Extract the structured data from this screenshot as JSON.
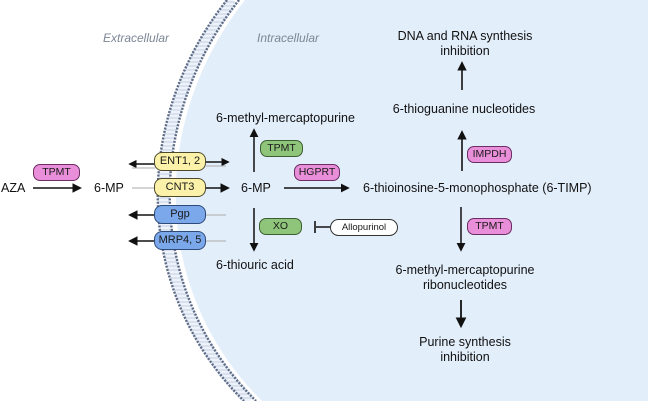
{
  "regions": {
    "extracellular": "Extracellular",
    "intracellular": "Intracellular"
  },
  "colors": {
    "cell_fill": "#e3eefb",
    "membrane_head": "#5d6b85",
    "enzyme_pink": "#e98ed8",
    "enzyme_green": "#8fc57a",
    "transporter_influx": "#fbf1a8",
    "transporter_efflux": "#7aa8ea"
  },
  "metabolites": {
    "aza": "AZA",
    "mp_extracellular": "6-MP",
    "mp_intracellular": "6-MP",
    "methyl_mercaptopurine": "6-methyl-mercaptopurine",
    "thiouric_acid": "6-thiouric acid",
    "timp": "6-thioinosine-5-monophosphate (6-TIMP)",
    "thioguanine_nucleotides": "6-thioguanine nucleotides",
    "dna_rna_inhibition_line1": "DNA and RNA synthesis",
    "dna_rna_inhibition_line2": "inhibition",
    "mmp_ribonucleotides_line1": "6-methyl-mercaptopurine",
    "mmp_ribonucleotides_line2": "ribonucleotides",
    "purine_inhibition_line1": "Purine synthesis",
    "purine_inhibition_line2": "inhibition"
  },
  "enzymes": {
    "tpmt_aza": "TPMT",
    "tpmt_methyl": "TPMT",
    "hgprt": "HGPRT",
    "xo": "XO",
    "impdh": "IMPDH",
    "tpmt_timp": "TPMT"
  },
  "inhibitors": {
    "allopurinol": "Allopurinol"
  },
  "transporters": {
    "ent": "ENT1, 2",
    "cnt": "CNT3",
    "pgp": "Pgp",
    "mrp": "MRP4, 5"
  }
}
